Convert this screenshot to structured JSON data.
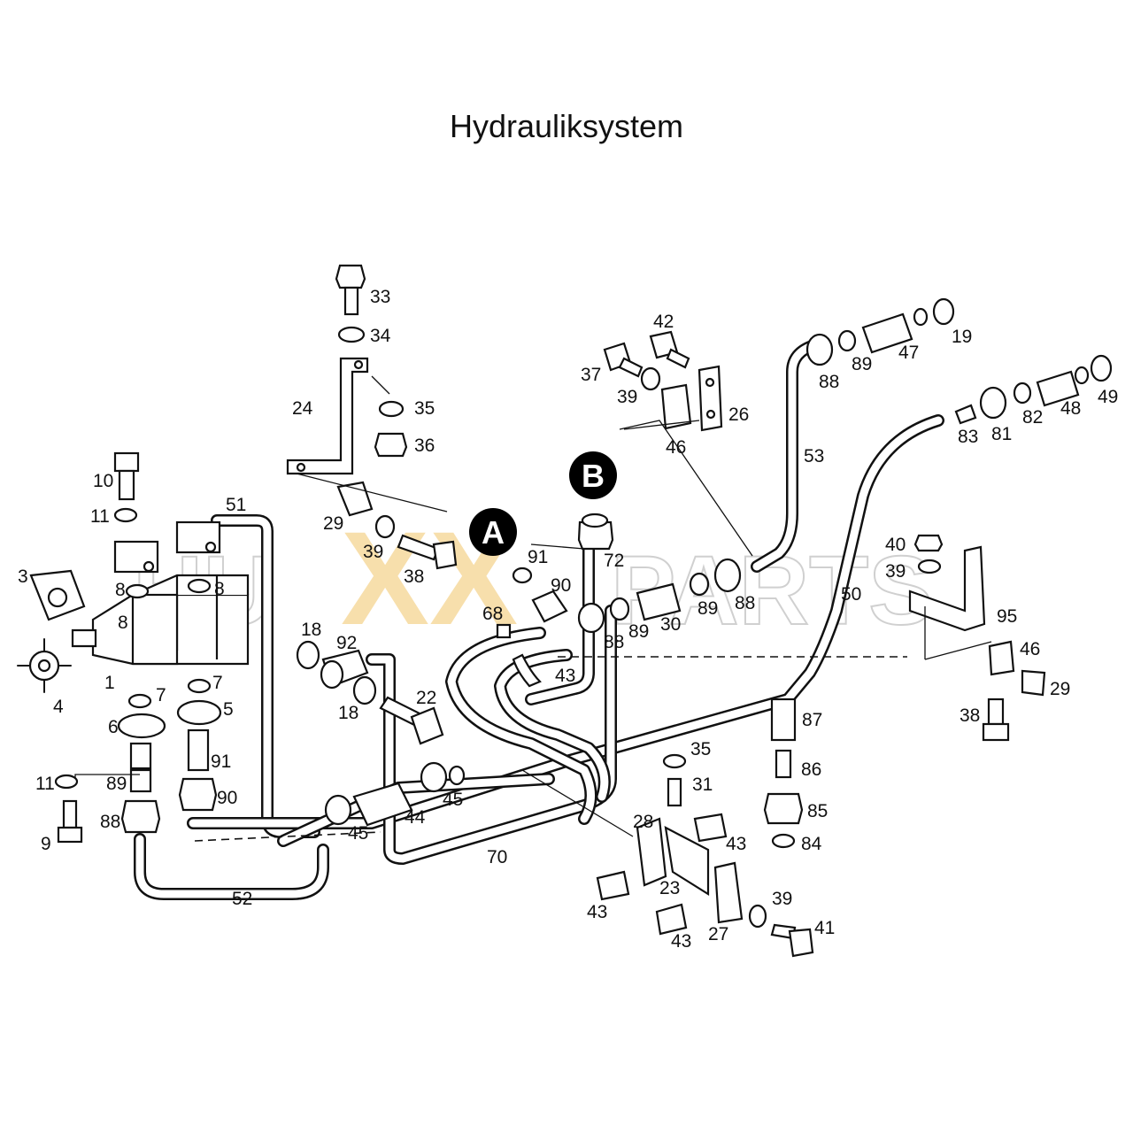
{
  "title": "Hydrauliksystem",
  "markers": [
    "A",
    "B"
  ],
  "watermark": {
    "left": "HU",
    "middle": "XX",
    "right": "PARTS"
  },
  "part_numbers": {
    "p1": "1",
    "p3": "3",
    "p4": "4",
    "p5": "5",
    "p6": "6",
    "p7a": "7",
    "p7b": "7",
    "p8a": "8",
    "p8b": "8",
    "p8c": "8",
    "p9": "9",
    "p10": "10",
    "p11a": "11",
    "p11b": "11",
    "p18a": "18",
    "p18b": "18",
    "p19": "19",
    "p22": "22",
    "p23": "23",
    "p24": "24",
    "p26": "26",
    "p27": "27",
    "p28": "28",
    "p29a": "29",
    "p29b": "29",
    "p30": "30",
    "p31": "31",
    "p33": "33",
    "p34": "34",
    "p35a": "35",
    "p35b": "35",
    "p36": "36",
    "p37": "37",
    "p38a": "38",
    "p38b": "38",
    "p39a": "39",
    "p39b": "39",
    "p39c": "39",
    "p39d": "39",
    "p40": "40",
    "p41": "41",
    "p42": "42",
    "p43a": "43",
    "p43b": "43",
    "p43c": "43",
    "p43d": "43",
    "p44": "44",
    "p45a": "45",
    "p45b": "45",
    "p46a": "46",
    "p46b": "46",
    "p47": "47",
    "p48": "48",
    "p49": "49",
    "p50": "50",
    "p51": "51",
    "p52": "52",
    "p53": "53",
    "p68": "68",
    "p70": "70",
    "p72": "72",
    "p81": "81",
    "p82": "82",
    "p83": "83",
    "p84": "84",
    "p85": "85",
    "p86": "86",
    "p87": "87",
    "p88a": "88",
    "p88b": "88",
    "p88c": "88",
    "p88d": "88",
    "p89a": "89",
    "p89b": "89",
    "p89c": "89",
    "p89d": "89",
    "p90a": "90",
    "p90b": "90",
    "p91a": "91",
    "p91b": "91",
    "p92": "92",
    "p95": "95"
  }
}
